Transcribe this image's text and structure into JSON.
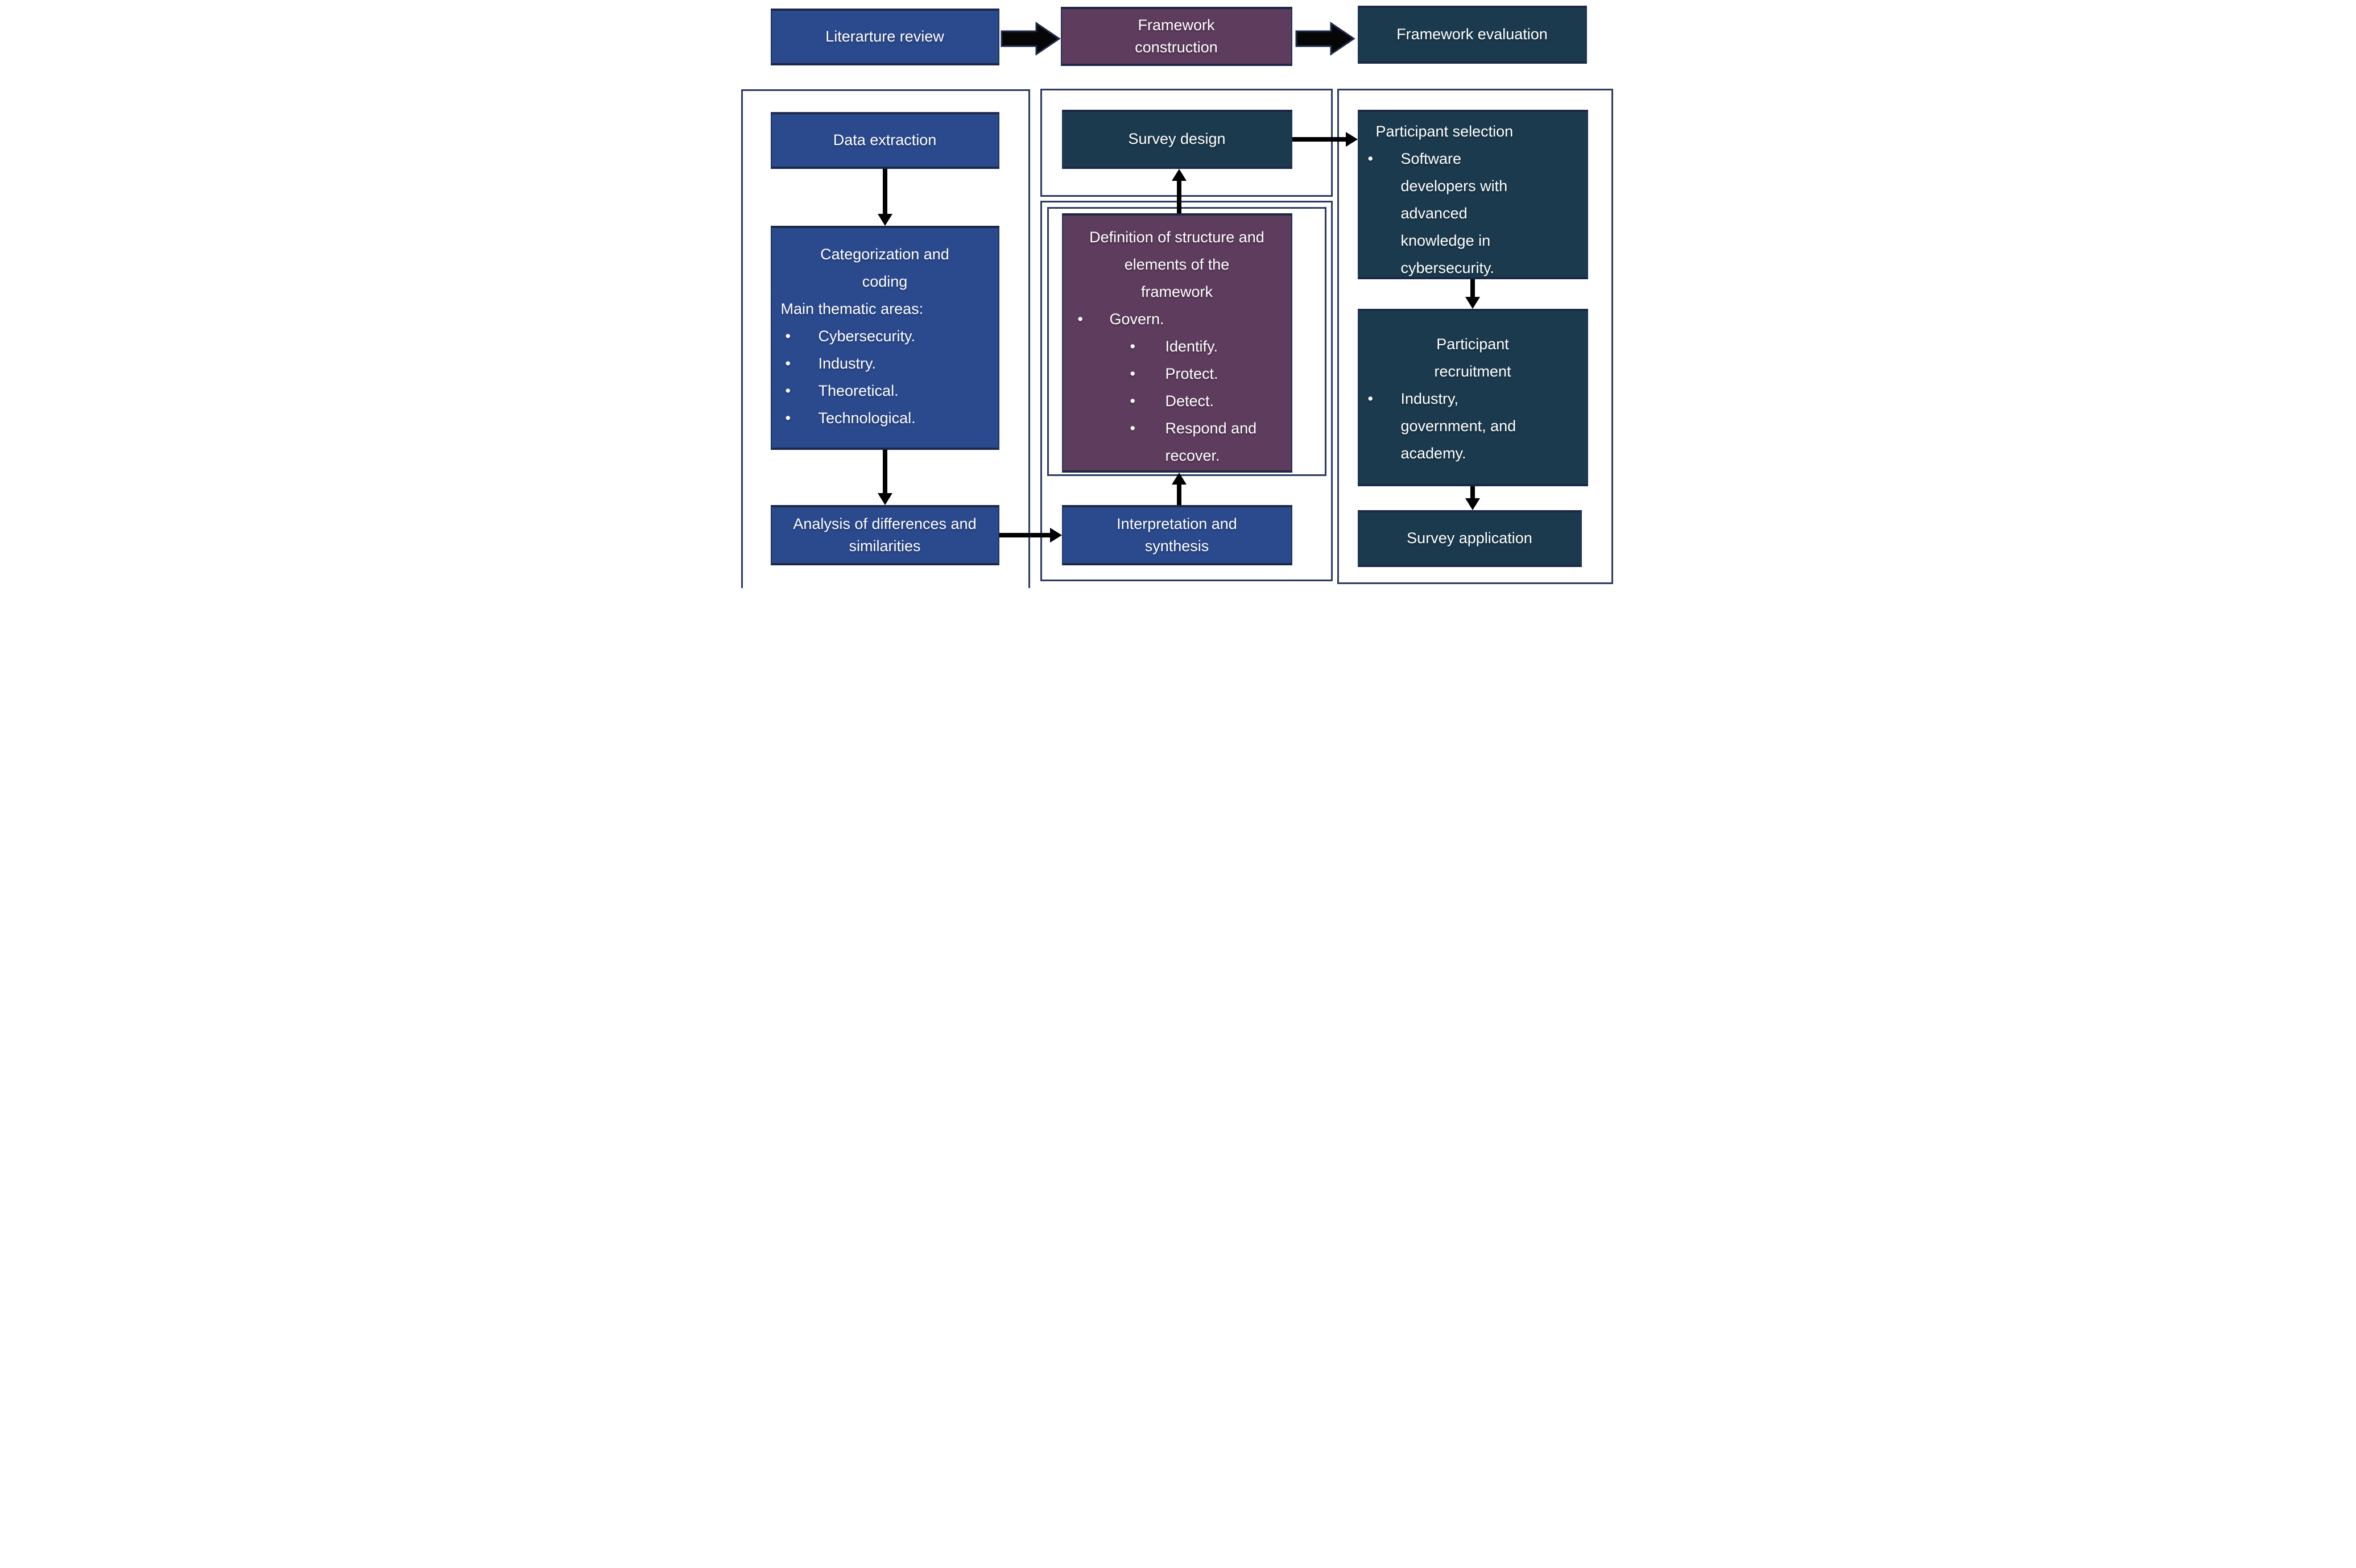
{
  "ui": {
    "bullet": "•"
  },
  "colors": {
    "box_blue": "#2b4a8e",
    "box_purple": "#5e3c5e",
    "box_teal": "#1b3a4e",
    "panel_border": "#2c3a64",
    "arrow": "#000000",
    "text": "#ffffff"
  },
  "top": {
    "literature": "Literarture review",
    "construction": "Framework construction",
    "evaluation": "Framework evaluation"
  },
  "left": {
    "data_extraction": "Data extraction",
    "categorization": {
      "title": "Categorization and coding",
      "subtitle": "Main thematic areas:",
      "bullets": [
        "Cybersecurity.",
        "Industry.",
        "Theoretical.",
        "Technological."
      ]
    },
    "analysis": "Analysis of differences and similarities"
  },
  "middle": {
    "survey_design": "Survey design",
    "definition": {
      "title": "Definition of structure and elements of the framework",
      "bullet": "Govern.",
      "sub_bullets": [
        "Identify.",
        "Protect.",
        "Detect.",
        "Respond and recover."
      ]
    },
    "interpretation": "Interpretation and synthesis"
  },
  "right": {
    "selection": {
      "title": "Participant selection",
      "bullets": [
        "Software developers with advanced knowledge in cybersecurity."
      ]
    },
    "recruitment": {
      "title": "Participant recruitment",
      "bullets": [
        "Industry, government, and academy."
      ]
    },
    "application": "Survey application"
  }
}
